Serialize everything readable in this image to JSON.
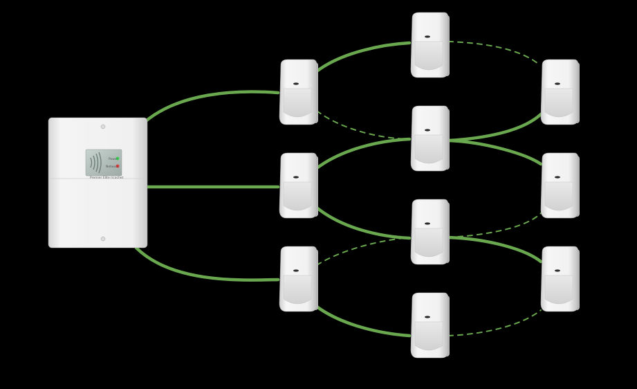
{
  "colors": {
    "background": "#000000",
    "link_solid": "#6aa84f",
    "link_dashed": "#6aa84f",
    "device_body": "#eeeeee",
    "device_shadow": "#b9b9b9",
    "led_green": "#39d353",
    "led_red": "#e53935"
  },
  "panel": {
    "icon": "wireless-signal-icon",
    "led_top_label": "Power",
    "led_bottom_label": "Network",
    "brand_label": "Premier Elite ricochet"
  },
  "detectors": [
    {
      "id": "d1",
      "icon": "pir-detector-icon"
    },
    {
      "id": "d2",
      "icon": "pir-detector-icon"
    },
    {
      "id": "d3",
      "icon": "pir-detector-icon"
    },
    {
      "id": "d4",
      "icon": "pir-detector-icon"
    },
    {
      "id": "d5",
      "icon": "pir-detector-icon"
    },
    {
      "id": "d6",
      "icon": "pir-detector-icon"
    },
    {
      "id": "d7",
      "icon": "pir-detector-icon"
    },
    {
      "id": "d8",
      "icon": "pir-detector-icon"
    },
    {
      "id": "d9",
      "icon": "pir-detector-icon"
    },
    {
      "id": "d10",
      "icon": "pir-detector-icon"
    }
  ],
  "links": [
    {
      "from": "panel",
      "to": "d1",
      "style": "solid"
    },
    {
      "from": "panel",
      "to": "d2",
      "style": "solid"
    },
    {
      "from": "panel",
      "to": "d3",
      "style": "solid"
    },
    {
      "from": "d1",
      "to": "d4",
      "style": "solid"
    },
    {
      "from": "d1",
      "to": "d5",
      "style": "dashed"
    },
    {
      "from": "d4",
      "to": "d8",
      "style": "dashed"
    },
    {
      "from": "d5",
      "to": "d8",
      "style": "solid"
    },
    {
      "from": "d2",
      "to": "d5",
      "style": "solid"
    },
    {
      "from": "d5",
      "to": "d9",
      "style": "solid"
    },
    {
      "from": "d2",
      "to": "d6",
      "style": "solid"
    },
    {
      "from": "d6",
      "to": "d9",
      "style": "dashed"
    },
    {
      "from": "d6",
      "to": "d10",
      "style": "solid"
    },
    {
      "from": "d3",
      "to": "d6",
      "style": "dashed"
    },
    {
      "from": "d3",
      "to": "d7",
      "style": "solid"
    },
    {
      "from": "d7",
      "to": "d10",
      "style": "dashed"
    }
  ]
}
